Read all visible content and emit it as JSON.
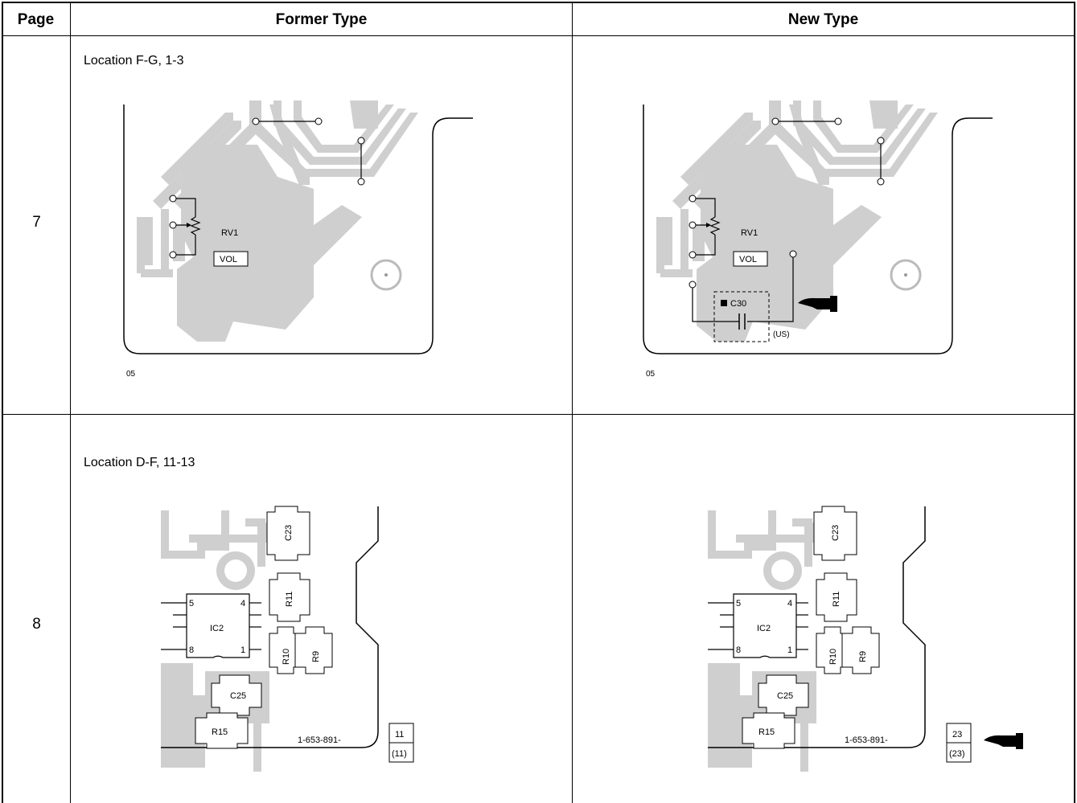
{
  "header": {
    "page": "Page",
    "former": "Former Type",
    "new": "New Type"
  },
  "rows": [
    {
      "page": "7",
      "location": "Location F-G, 1-3",
      "former": {
        "rv_label": "RV1",
        "vol_label": "VOL",
        "corner": "05"
      },
      "new": {
        "rv_label": "RV1",
        "vol_label": "VOL",
        "corner": "05",
        "cap_label": "C30",
        "region_label": "(US)"
      }
    },
    {
      "page": "8",
      "location": "Location D-F, 11-13",
      "former": {
        "parts": [
          "C23",
          "R11",
          "IC2",
          "R10",
          "R9",
          "C25",
          "R15"
        ],
        "pins": [
          "5",
          "4",
          "8",
          "1"
        ],
        "board_no": "1-653-891-",
        "ref_top": "11",
        "ref_bottom": "(11)"
      },
      "new": {
        "parts": [
          "C23",
          "R11",
          "IC2",
          "R10",
          "R9",
          "C25",
          "R15"
        ],
        "pins": [
          "5",
          "4",
          "8",
          "1"
        ],
        "board_no": "1-653-891-",
        "ref_top": "23",
        "ref_bottom": "(23)"
      }
    }
  ]
}
